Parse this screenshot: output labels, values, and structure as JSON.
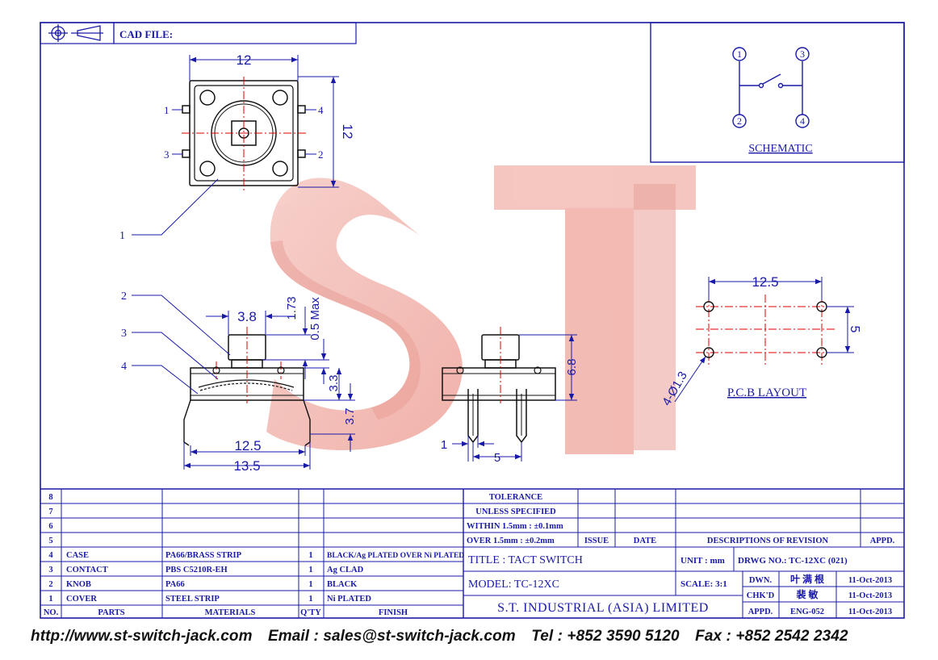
{
  "header": {
    "cad_file_label": "CAD FILE:"
  },
  "top_view": {
    "width_dim": "12",
    "height_dim": "12",
    "pin_1": "1",
    "pin_2": "2",
    "pin_3": "3",
    "pin_4": "4",
    "callout_1": "1"
  },
  "side_view": {
    "callout_2": "2",
    "callout_3": "3",
    "callout_4": "4",
    "dim_knob_width": "3.8",
    "dim_travel": "1.73",
    "dim_max": "0.5 Max",
    "dim_body_height": "3.3",
    "dim_lead": "3.7",
    "dim_inner_width": "12.5",
    "dim_outer_width": "13.5"
  },
  "front_view": {
    "dim_height": "6.8",
    "dim_pin_width": "1",
    "dim_pin_pitch": "5"
  },
  "pcb_layout": {
    "dim_width": "12.5",
    "dim_height": "5",
    "dim_holes": "4-Ø1.3",
    "label": "P.C.B LAYOUT"
  },
  "schematic": {
    "label": "SCHEMATIC",
    "n1": "1",
    "n2": "2",
    "n3": "3",
    "n4": "4"
  },
  "colors": {
    "line": "#1a1aa8",
    "center": "#e00000",
    "watermark": "#f2b2aa"
  },
  "tolerance": {
    "title_1": "TOLERANCE",
    "title_2": "UNLESS  SPECIFIED",
    "within": "WITHIN 1.5mm : ±0.1mm",
    "over": "OVER 1.5mm : ±0.2mm",
    "issue": "ISSUE",
    "date": "DATE",
    "descriptions": "DESCRIPTIONS OF REVISION",
    "appd": "APPD."
  },
  "bom": {
    "headers": {
      "no": "NO.",
      "parts": "PARTS",
      "materials": "MATERIALS",
      "qty": "Q'TY",
      "finish": "FINISH"
    },
    "rows": [
      {
        "no": "8",
        "parts": "",
        "materials": "",
        "qty": "",
        "finish": ""
      },
      {
        "no": "7",
        "parts": "",
        "materials": "",
        "qty": "",
        "finish": ""
      },
      {
        "no": "6",
        "parts": "",
        "materials": "",
        "qty": "",
        "finish": ""
      },
      {
        "no": "5",
        "parts": "",
        "materials": "",
        "qty": "",
        "finish": ""
      },
      {
        "no": "4",
        "parts": "CASE",
        "materials": "PA66/BRASS STRIP",
        "qty": "1",
        "finish": "BLACK/Ag PLATED OVER Ni PLATED"
      },
      {
        "no": "3",
        "parts": "CONTACT",
        "materials": "PBS C5210R-EH",
        "qty": "1",
        "finish": "Ag CLAD"
      },
      {
        "no": "2",
        "parts": "KNOB",
        "materials": "PA66",
        "qty": "1",
        "finish": "BLACK"
      },
      {
        "no": "1",
        "parts": "COVER",
        "materials": "STEEL STRIP",
        "qty": "1",
        "finish": "Ni PLATED"
      }
    ]
  },
  "title_block": {
    "title": "TITLE : TACT SWITCH",
    "unit": "UNIT :  mm",
    "drwg_no": "DRWG NO.: TC-12XC (021)",
    "model": "MODEL: TC-12XC",
    "scale": "SCALE:  3:1",
    "dwn": "DWN.",
    "dwn_name": "叶 满 根",
    "dwn_date": "11-Oct-2013",
    "chkd": "CHK'D",
    "chkd_name": "裴 敏",
    "chkd_date": "11-Oct-2013",
    "company": "S.T.  INDUSTRIAL  (ASIA)  LIMITED",
    "appd": "APPD.",
    "appd_name": "ENG-052",
    "appd_date": "11-Oct-2013"
  },
  "footer": {
    "web": "http://www.st-switch-jack.com",
    "email": "Email : sales@st-switch-jack.com",
    "tel": "Tel : +852 3590 5120",
    "fax": "Fax : +852 2542 2342"
  }
}
